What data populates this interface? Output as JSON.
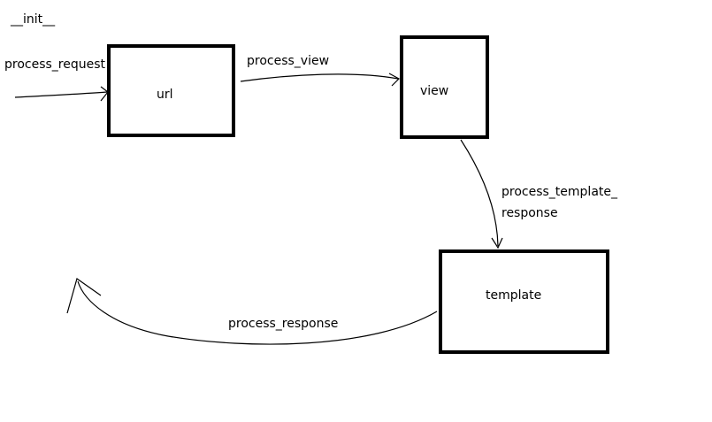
{
  "diagram": {
    "init_label": "__init__",
    "nodes": {
      "url": "url",
      "view": "view",
      "template": "template"
    },
    "edges": {
      "process_request": "process_request",
      "process_view": "process_view",
      "process_template_line1": "process_template_",
      "process_template_line2": "response",
      "process_response": "process_response"
    }
  }
}
